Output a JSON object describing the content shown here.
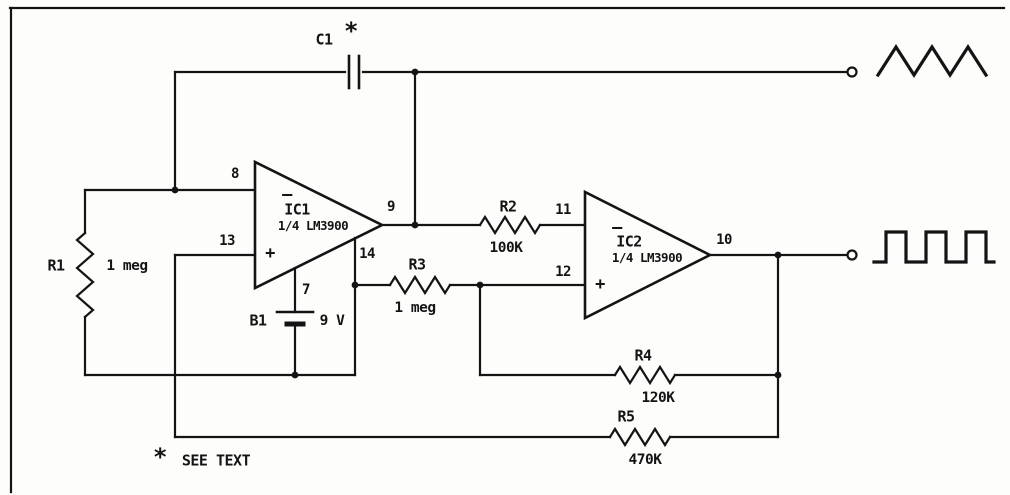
{
  "components": {
    "c1": {
      "ref": "C1",
      "asterisk": "*"
    },
    "r1": {
      "ref": "R1",
      "value": "1 meg"
    },
    "r2": {
      "ref": "R2",
      "value": "100K"
    },
    "r3": {
      "ref": "R3",
      "value": "1 meg"
    },
    "r4": {
      "ref": "R4",
      "value": "120K"
    },
    "r5": {
      "ref": "R5",
      "value": "470K"
    },
    "b1": {
      "ref": "B1",
      "value": "9 V"
    },
    "ic1": {
      "name": "IC1",
      "part": "1/4 LM3900",
      "minus": "—",
      "plus": "+",
      "pins": {
        "inv": "8",
        "noninv": "13",
        "out": "9",
        "vplus": "14",
        "gnd": "7"
      }
    },
    "ic2": {
      "name": "IC2",
      "part": "1/4 LM3900",
      "minus": "—",
      "plus": "+",
      "pins": {
        "inv": "11",
        "noninv": "12",
        "out": "10"
      }
    }
  },
  "note": {
    "asterisk": "*",
    "text": "SEE TEXT"
  },
  "colors": {
    "ink": "#141414",
    "paper": "#fdfdfc"
  }
}
